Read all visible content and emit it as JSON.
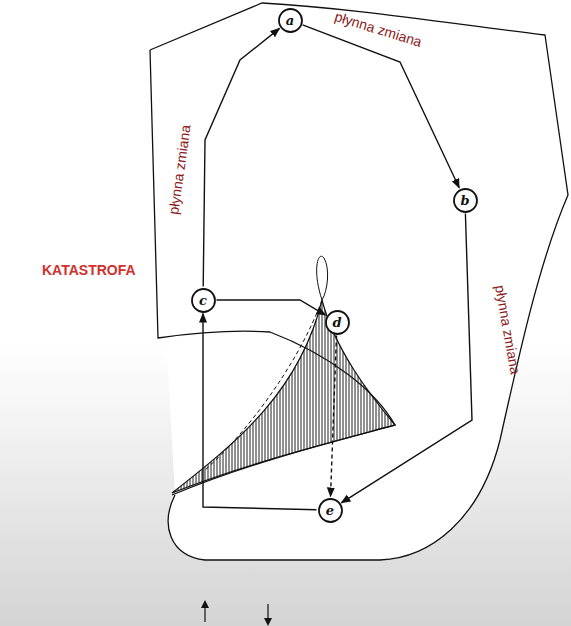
{
  "diagram": {
    "nodes": [
      {
        "text": [
          "a"
        ]
      },
      {
        "text": [
          "b"
        ]
      },
      {
        "text": [
          "c"
        ]
      },
      {
        "text": [
          "d"
        ]
      },
      {
        "text": [
          "e"
        ]
      }
    ],
    "edges": [
      {
        "from": 2,
        "to": 0,
        "arrow": "to",
        "label": "płynna zmiana"
      },
      {
        "from": 0,
        "to": 1,
        "arrow": "to",
        "label": "płynna zmiana"
      },
      {
        "from": 1,
        "to": 4,
        "arrow": "to",
        "label": "płynna zmiana"
      },
      {
        "from": 4,
        "to": 2,
        "arrow": "to"
      },
      {
        "from": 2,
        "to": 3,
        "arrow": "to"
      },
      {
        "from": 3,
        "to": 4,
        "arrow": "to"
      }
    ],
    "labels": [
      "KATASTROFA"
    ]
  }
}
